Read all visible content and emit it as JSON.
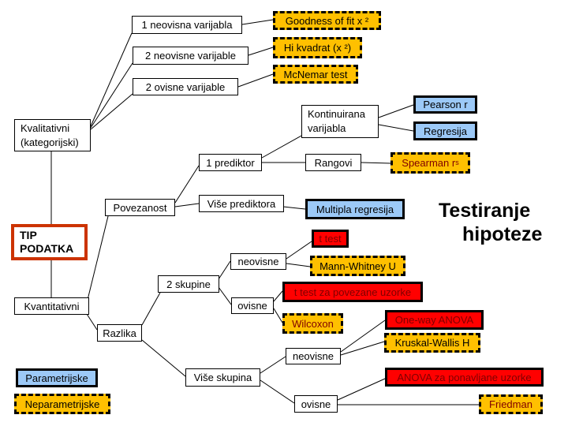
{
  "colors": {
    "orange_fill": "#FFC000",
    "blue_fill": "#9CC9F7",
    "red_fill": "#FF0000",
    "red_box_text": "#7F0000",
    "tip_border": "#CC3300",
    "line_color": "#000000"
  },
  "title": {
    "line1": "Testiranje",
    "line2": "hipoteze"
  },
  "nodes": {
    "neovisna1": {
      "label": "1 neovisna varijabla"
    },
    "neovisne2": {
      "label": "2 neovisne varijable"
    },
    "ovisne2": {
      "label": "2 ovisne varijable"
    },
    "goodness": {
      "label": "Goodness of fit x ²"
    },
    "hi_kvadrat": {
      "label": "Hi kvadrat (x ²)"
    },
    "mcnemar": {
      "label": "McNemar test"
    },
    "kvalitativni": {
      "line1": "Kvalitativni",
      "line2": "(kategorijski)"
    },
    "kontinuirana": {
      "line1": "Kontinuirana",
      "line2": "varijabla"
    },
    "pearson": {
      "label": "Pearson r"
    },
    "regresija": {
      "label": "Regresija"
    },
    "prediktor1": {
      "label": "1 prediktor"
    },
    "rangovi": {
      "label": "Rangovi"
    },
    "spearman": {
      "label": "Spearman r",
      "sub": "s"
    },
    "povezanost": {
      "label": "Povezanost"
    },
    "vise_prediktora": {
      "label": "Više prediktora"
    },
    "multipla_regresija": {
      "label": "Multipla regresija"
    },
    "tip_podatka": {
      "line1": "TIP",
      "line2": "PODATKA"
    },
    "t_test": {
      "label": "t test"
    },
    "neovisne_gornje": {
      "label": "neovisne"
    },
    "mann_whitney": {
      "label": "Mann-Whitney U"
    },
    "skupine2": {
      "label": "2 skupine"
    },
    "t_test_povezane": {
      "label": "t test za povezane uzorke"
    },
    "kvantitativni": {
      "label": "Kvantitativni"
    },
    "ovisne_gornje": {
      "label": "ovisne"
    },
    "wilcoxon": {
      "label": "Wilcoxon"
    },
    "oneway_anova": {
      "label": "One-way ANOVA"
    },
    "razlika": {
      "label": "Razlika"
    },
    "kruskal": {
      "label": "Kruskal-Wallis H"
    },
    "neovisne_donje": {
      "label": "neovisne"
    },
    "parametrijske": {
      "label": "Parametrijske"
    },
    "vise_skupina": {
      "label": "Više skupina"
    },
    "anova_ponavljane": {
      "label": "ANOVA za ponavljane uzorke"
    },
    "neparametrijske": {
      "label": "Neparametrijske"
    },
    "ovisne_donje": {
      "label": "ovisne"
    },
    "friedman": {
      "label": "Friedman"
    }
  }
}
